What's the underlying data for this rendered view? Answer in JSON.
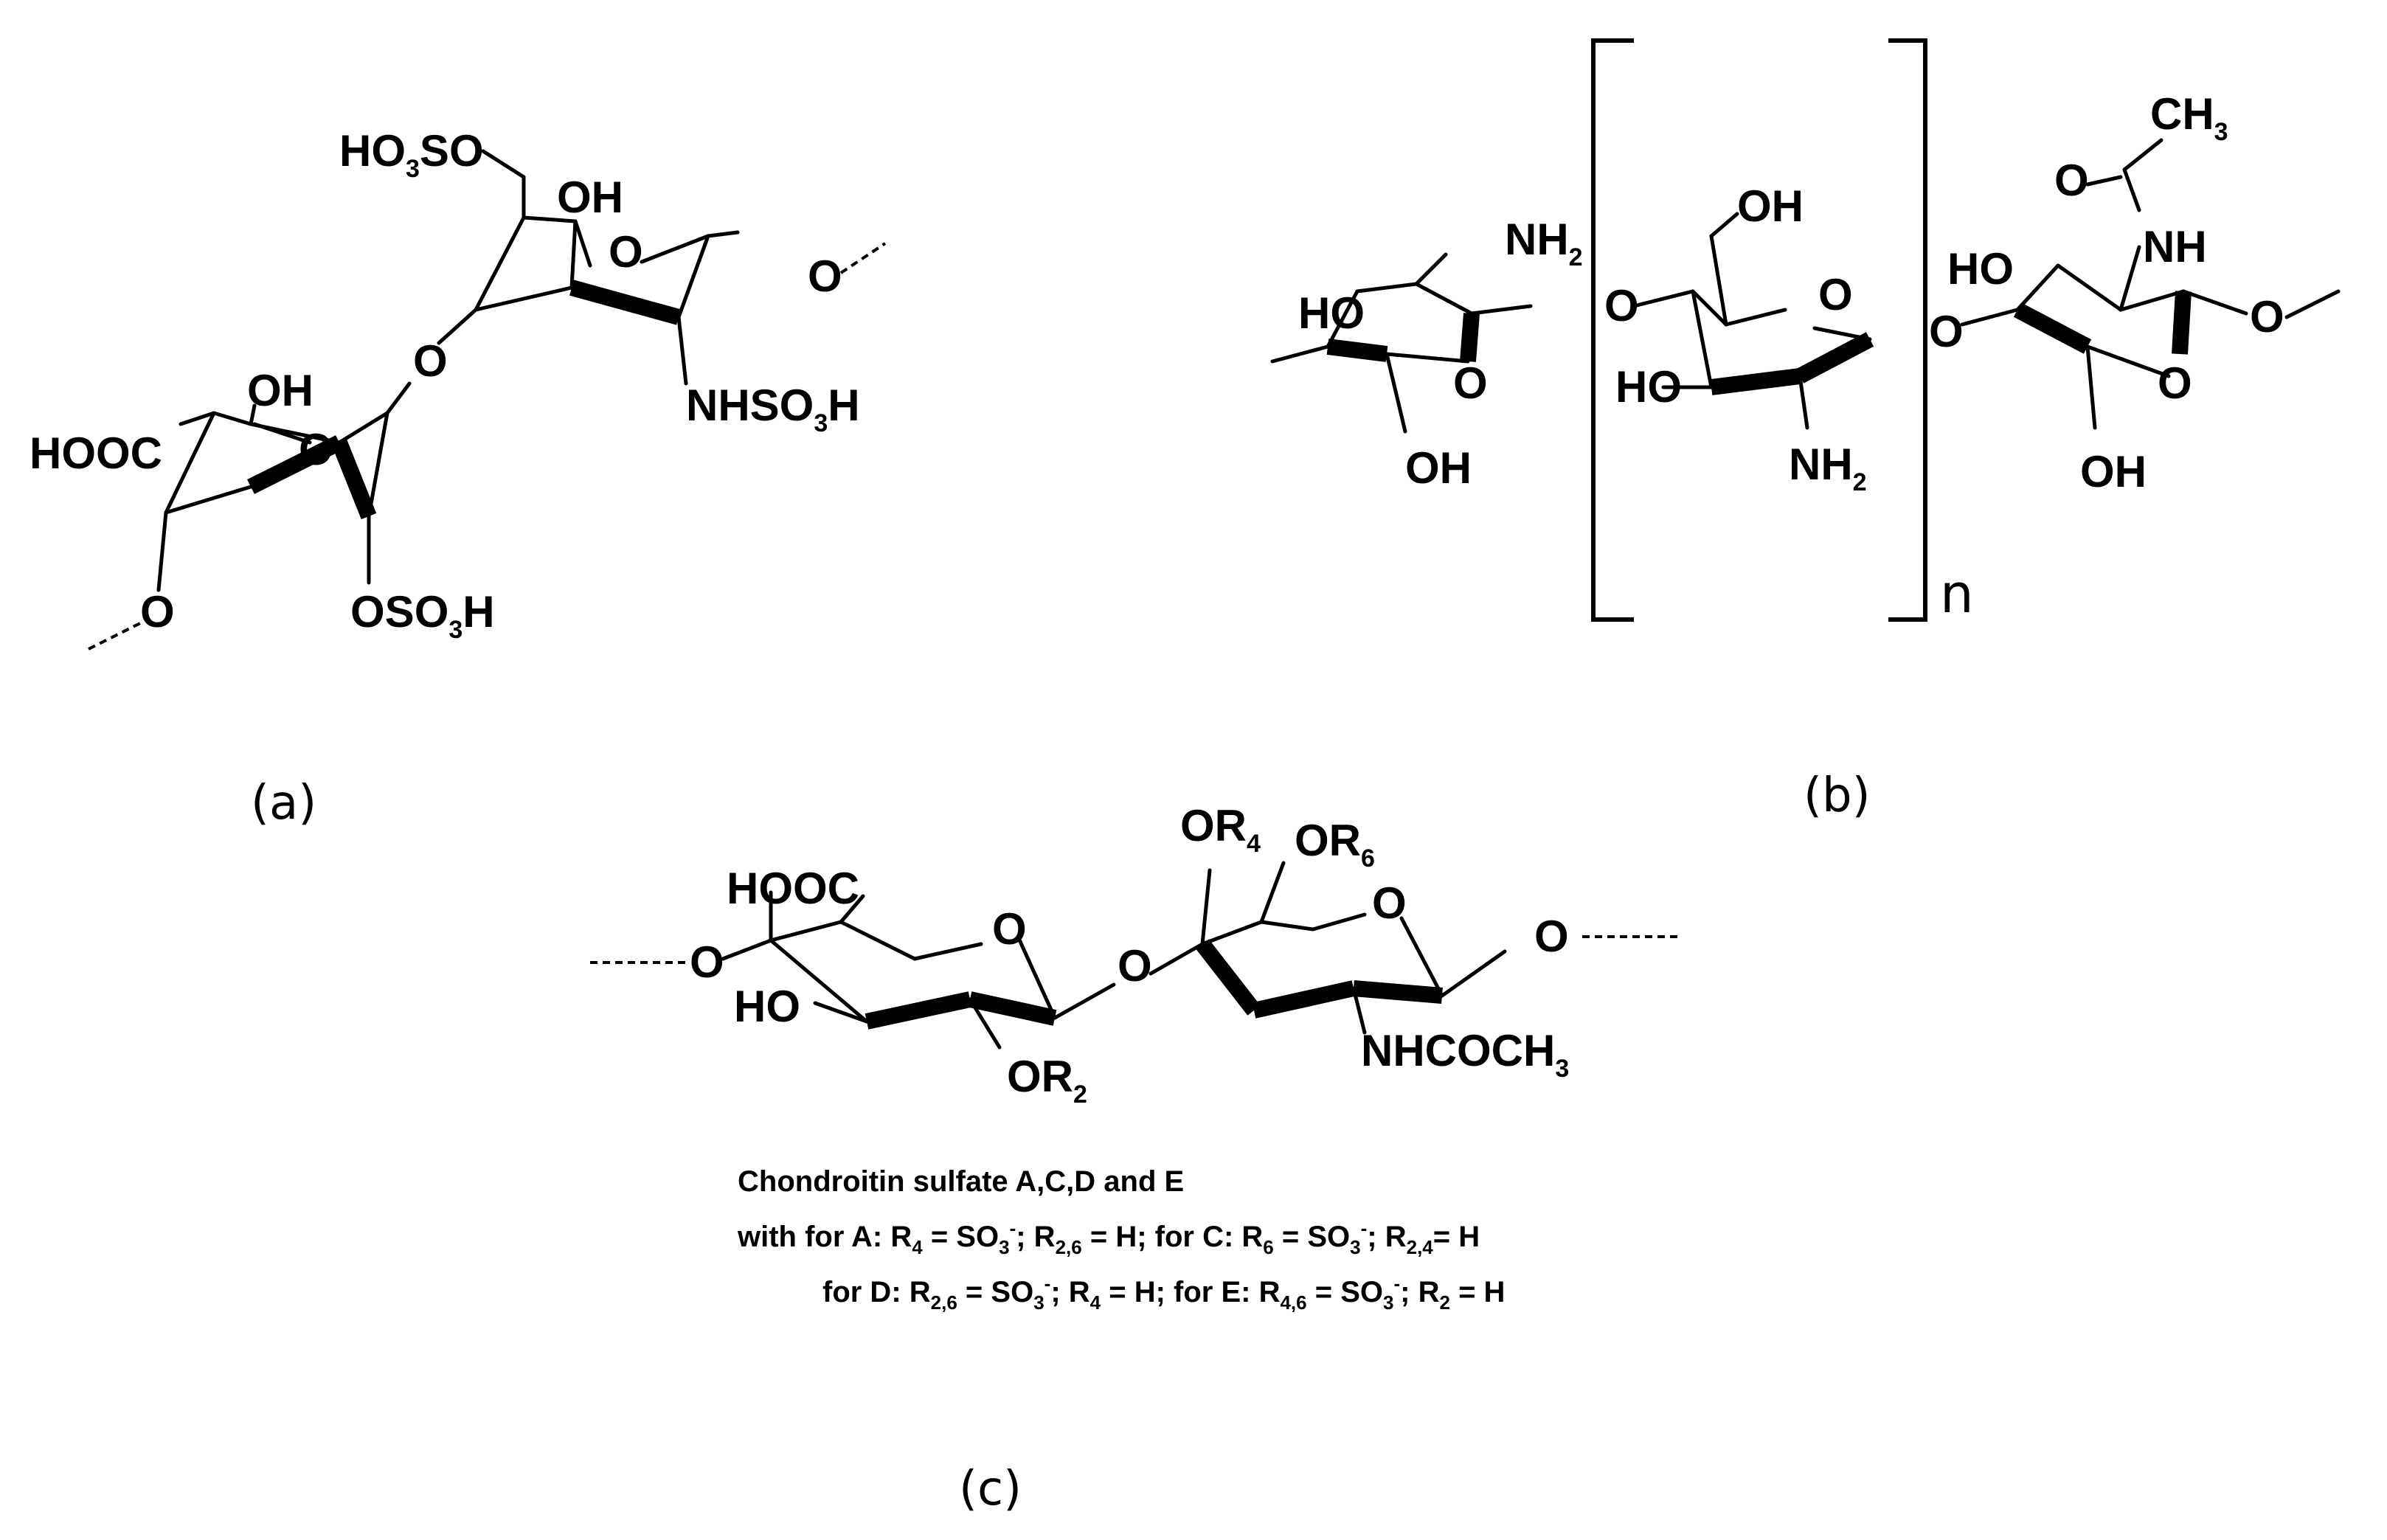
{
  "panels": {
    "a": {
      "label": "(a)",
      "groups": {
        "ho3so": [
          "HO",
          "3",
          "SO"
        ],
        "oh_top": "OH",
        "ring_o_top": "O",
        "o_right": "O",
        "nhso3h": [
          "NHSO",
          "3",
          "H"
        ],
        "link_o": "O",
        "oh_mid": "OH",
        "hooc": "HOOC",
        "ring_o_low": "O",
        "o_low_left": "O",
        "oso3h": [
          "OSO",
          "3",
          "H"
        ]
      }
    },
    "b": {
      "label": "(b)",
      "groups": {
        "nh2_left": [
          "NH",
          "2"
        ],
        "ho_left": "HO",
        "ring_o_left": "O",
        "oh_left_bottom": "OH",
        "link_o_left": "O",
        "oh_mid_top": "OH",
        "ring_o_mid": "O",
        "ho_mid": "HO",
        "nh2_mid": [
          "NH",
          "2"
        ],
        "link_o_right": "O",
        "ch3": [
          "CH",
          "3"
        ],
        "o_carbonyl": "O",
        "nh_right": "NH",
        "ho_right": "HO",
        "o_right_end": "O",
        "ring_o_right": "O",
        "oh_right_bottom": "OH",
        "repeat": "n"
      }
    },
    "c": {
      "label": "(c)",
      "groups": {
        "or4": [
          "OR",
          "4"
        ],
        "or6": [
          "OR",
          "6"
        ],
        "hooc": "HOOC",
        "ring_o_left": "O",
        "ring_o_right": "O",
        "o_left_end": "O",
        "link_o": "O",
        "o_right_end": "O",
        "ho": "HO",
        "or2": [
          "OR",
          "2"
        ],
        "nhcoch3": [
          "NHCOCH",
          "3"
        ]
      },
      "caption": {
        "title": "Chondroitin sulfate A,C,D and E",
        "line1": {
          "a": "with for A: R",
          "a_sub1": "4",
          "b": " = SO",
          "b_sub": "3",
          "b_sup": "-",
          "c": "; R",
          "c_sub": "2,6",
          "d": " = H; for C: R",
          "d_sub": "6",
          "e": " = SO",
          "e_sub": "3",
          "e_sup": "-",
          "f": "; R",
          "f_sub": "2,4",
          "g": "= H"
        },
        "line2": {
          "a": "for D:  R",
          "a_sub": "2,6",
          "b": " = SO",
          "b_sub": "3",
          "b_sup": "-",
          "c": "; R",
          "c_sub": "4",
          "d": " = H; for E: R",
          "d_sub": "4,6",
          "e": " = SO",
          "e_sub": "3",
          "e_sup": "-",
          "f": "; R",
          "f_sub": "2",
          "g": " = H"
        }
      }
    }
  }
}
